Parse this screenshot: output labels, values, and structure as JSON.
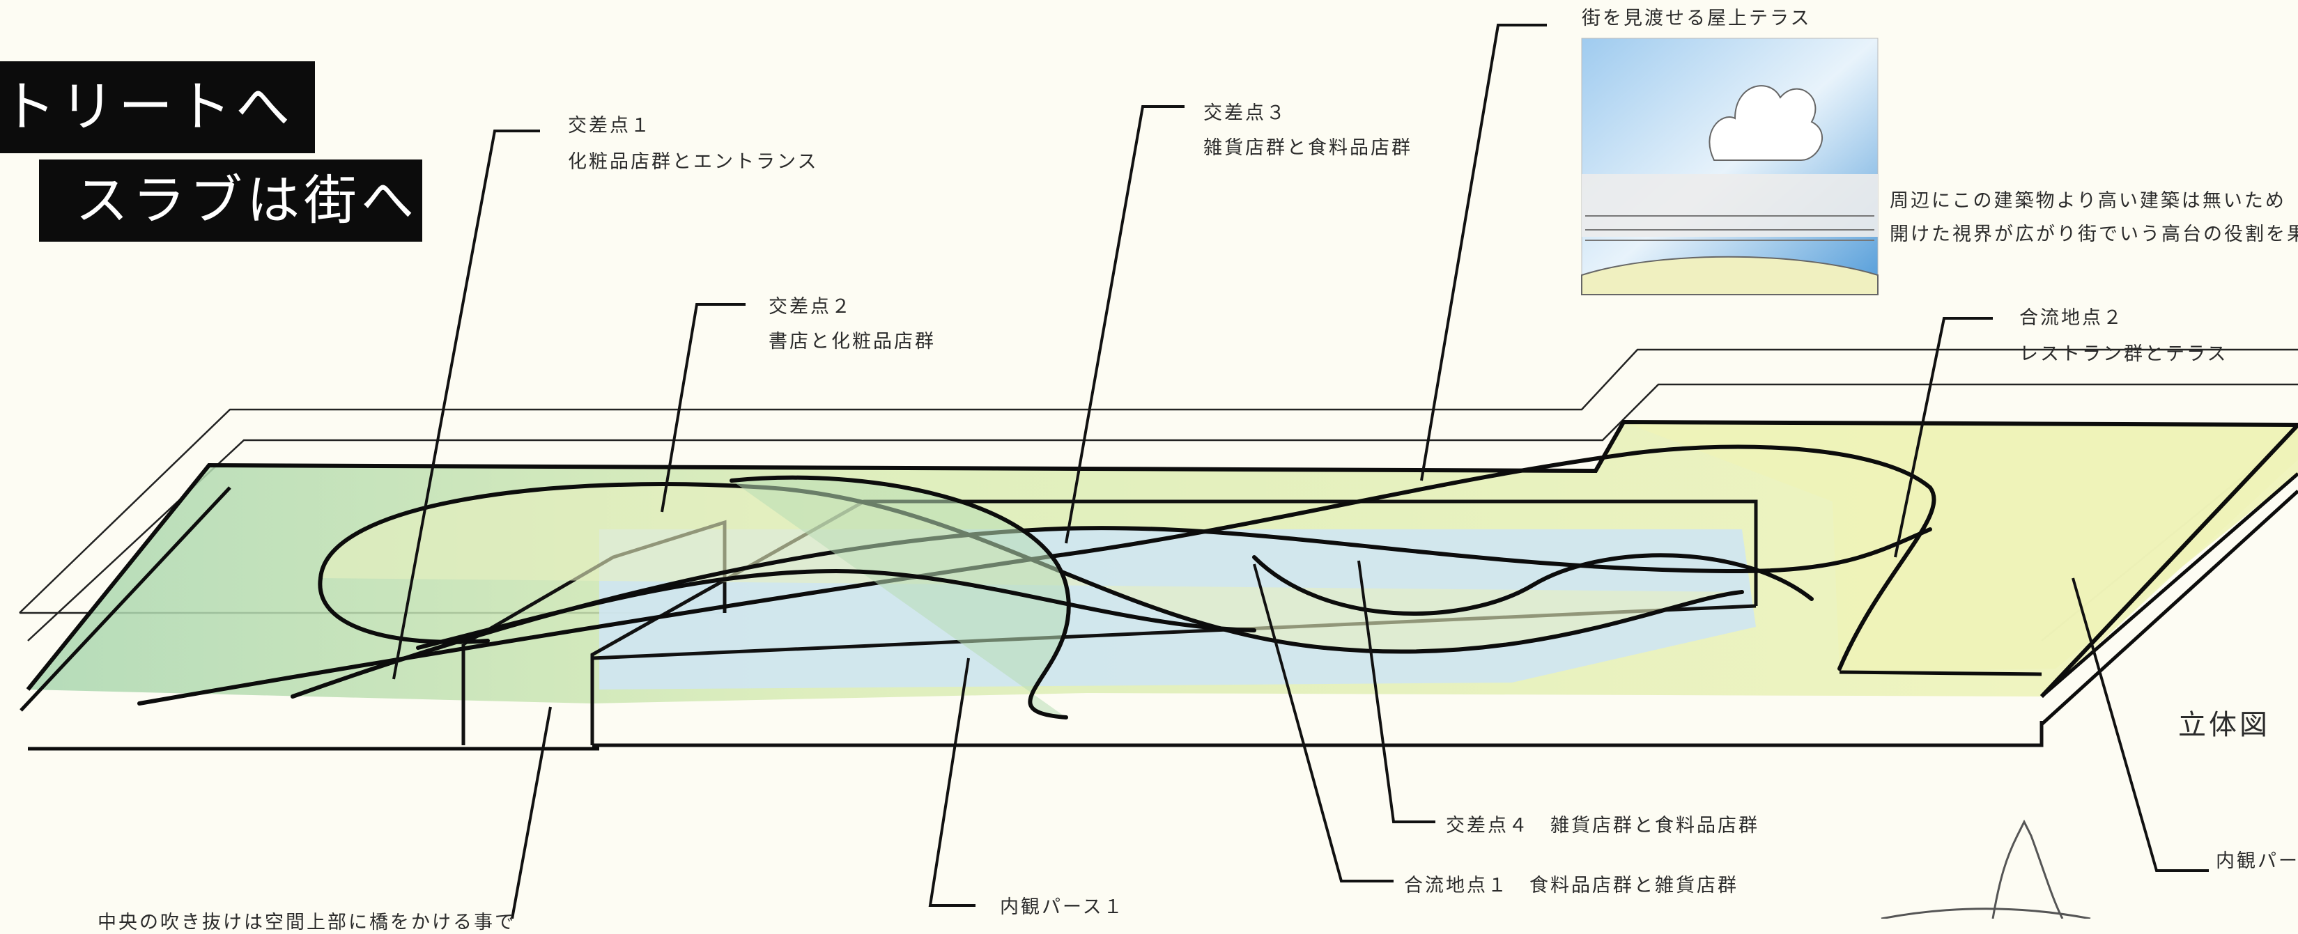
{
  "titles": {
    "line1": "ストリートへ",
    "line2": "スラブは街へ"
  },
  "callouts": {
    "kousa1_title": "交差点１",
    "kousa1_desc": "化粧品店群とエントランス",
    "kousa2_title": "交差点２",
    "kousa2_desc": "書店と化粧品店群",
    "kousa3_title": "交差点３",
    "kousa3_desc": "雑貨店群と食料品店群",
    "kousa4": "交差点４　雑貨店群と食料品店群",
    "gouryu1": "合流地点１　食料品店群と雑貨店群",
    "gouryu2_title": "合流地点２",
    "gouryu2_desc": "レストラン群とテラス",
    "naikan1": "内観パース１",
    "naikan2": "内観パー",
    "terrace_title": "街を見渡せる屋上テラス",
    "terrace_desc1": "周辺にこの建築物より高い建築は無いため",
    "terrace_desc2": "開けた視界が広がり街でいう高台の役割を果たす",
    "bottom_note": "中央の吹き抜けは空間上部に橋をかける事で",
    "figure_label": "立体図"
  },
  "colors": {
    "background": "#fdfcf3",
    "title_bg": "#0c0c0c",
    "slab_green": "#b9dcb5",
    "slab_yellow": "#eef2b4",
    "slab_blue": "#cfe6f2",
    "ink": "#111111",
    "sky_blue": "#5ea4db"
  }
}
